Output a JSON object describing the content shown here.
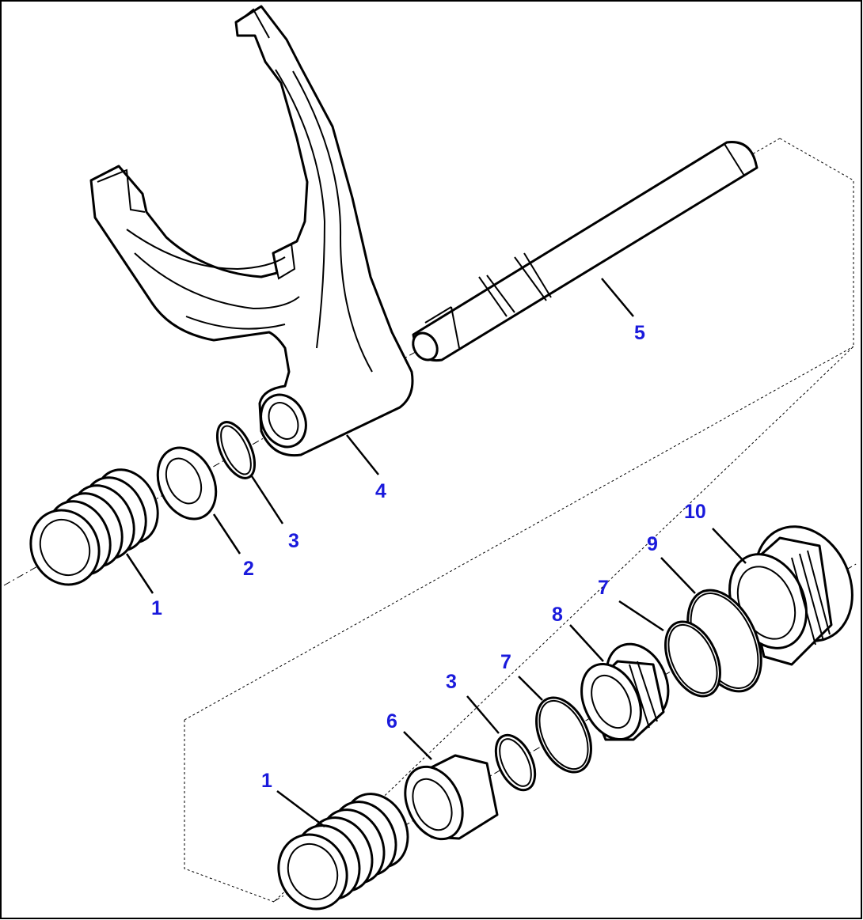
{
  "diagram": {
    "border_color": "#000000",
    "callout_color": "#1a1adc",
    "line_color": "#000000"
  },
  "callouts": [
    {
      "id": "c1a",
      "text": "1",
      "part": "spring"
    },
    {
      "id": "c2",
      "text": "2",
      "part": "washer"
    },
    {
      "id": "c3a",
      "text": "3",
      "part": "snap-ring"
    },
    {
      "id": "c4",
      "text": "4",
      "part": "shift-fork"
    },
    {
      "id": "c5",
      "text": "5",
      "part": "shift-rod"
    },
    {
      "id": "c10",
      "text": "10",
      "part": "plug"
    },
    {
      "id": "c9",
      "text": "9",
      "part": "o-ring"
    },
    {
      "id": "c7a",
      "text": "7",
      "part": "o-ring"
    },
    {
      "id": "c8",
      "text": "8",
      "part": "piston"
    },
    {
      "id": "c7b",
      "text": "7",
      "part": "o-ring"
    },
    {
      "id": "c3b",
      "text": "3",
      "part": "snap-ring"
    },
    {
      "id": "c6",
      "text": "6",
      "part": "spacer"
    },
    {
      "id": "c1b",
      "text": "1",
      "part": "spring"
    }
  ]
}
